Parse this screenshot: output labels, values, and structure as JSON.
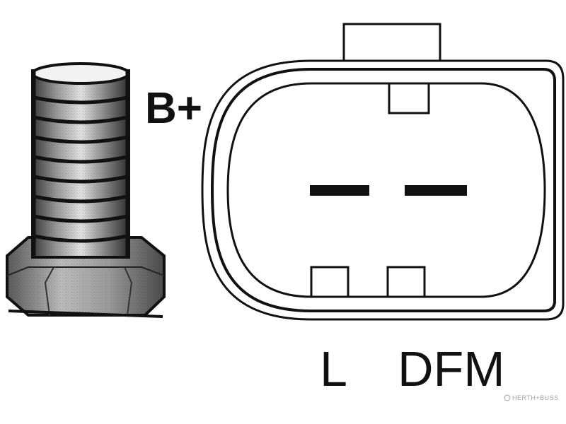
{
  "labels": {
    "b_plus": "B+",
    "l": "L",
    "dfm": "DFM"
  },
  "watermark": {
    "text": "HERTH+BUSS"
  },
  "colors": {
    "ink": "#111111",
    "metal_dark": "#2a2a2a",
    "metal_mid": "#7a7a7a",
    "metal_light": "#d8d8d8",
    "background": "#ffffff"
  }
}
